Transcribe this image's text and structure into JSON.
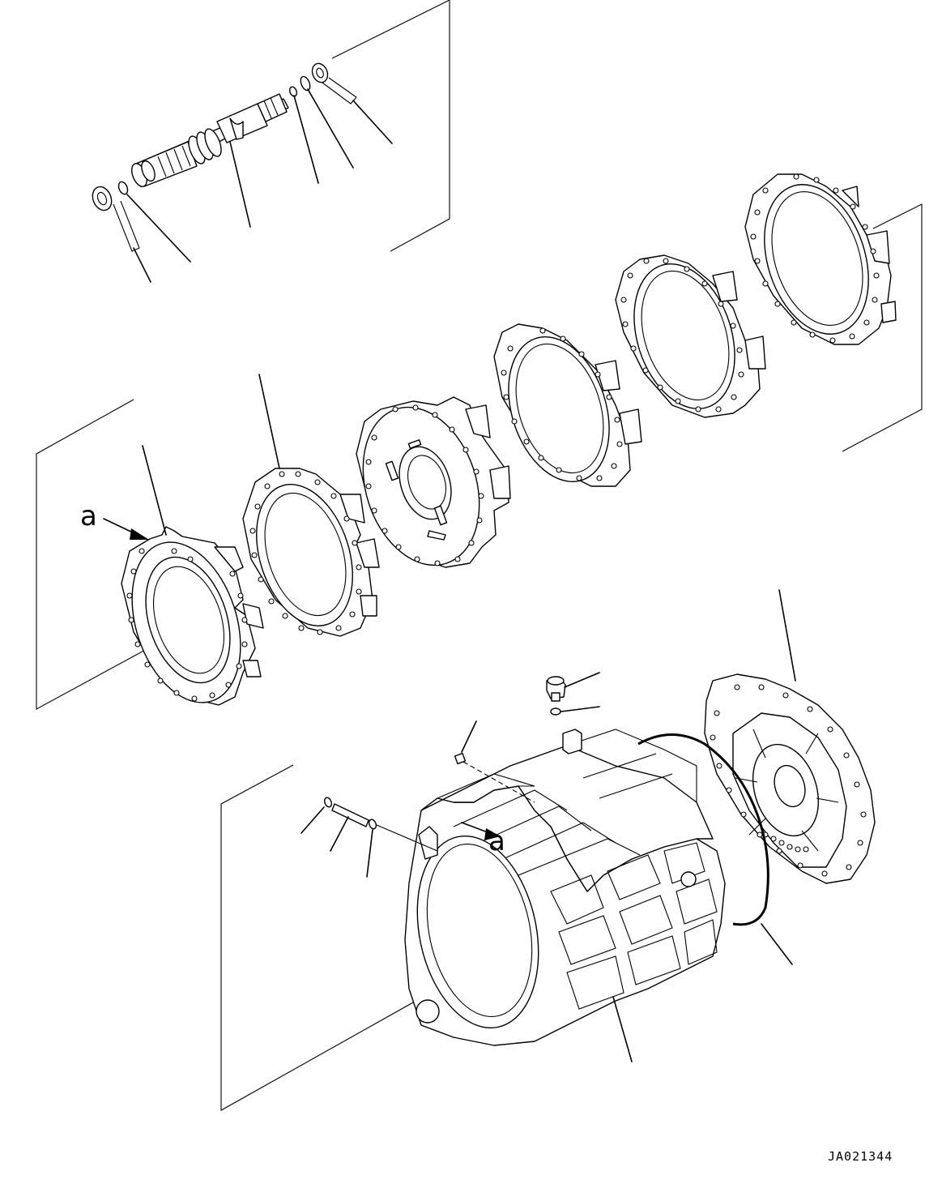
{
  "diagram": {
    "view_labels": [
      "a",
      "a"
    ],
    "drawing_code": "JA021344"
  }
}
